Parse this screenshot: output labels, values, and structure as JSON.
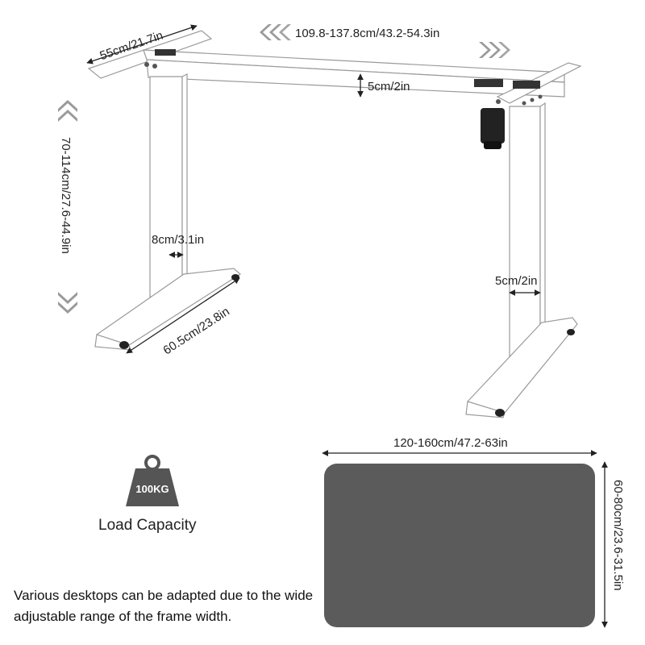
{
  "dimensions": {
    "depth": "55cm/21.7in",
    "width_range": "109.8-137.8cm/43.2-54.3in",
    "height_range": "70-114cm/27.6-44.9in",
    "crossbeam_height": "5cm/2in",
    "upper_column_width": "8cm/3.1in",
    "foot_length": "60.5cm/23.8in",
    "lower_column_width": "5cm/2in",
    "desktop_width": "120-160cm/47.2-63in",
    "desktop_depth": "60-80cm/23.6-31.5in"
  },
  "load": {
    "weight_text": "100KG",
    "label": "Load Capacity"
  },
  "note": "Various desktops can be adapted due to the wide adjustable range of the frame width.",
  "colors": {
    "desktop": "#5b5b5b",
    "frame": "#ffffff",
    "frame_stroke": "#9a9a9a",
    "arrow": "#9a9a9a",
    "motor": "#222222"
  }
}
